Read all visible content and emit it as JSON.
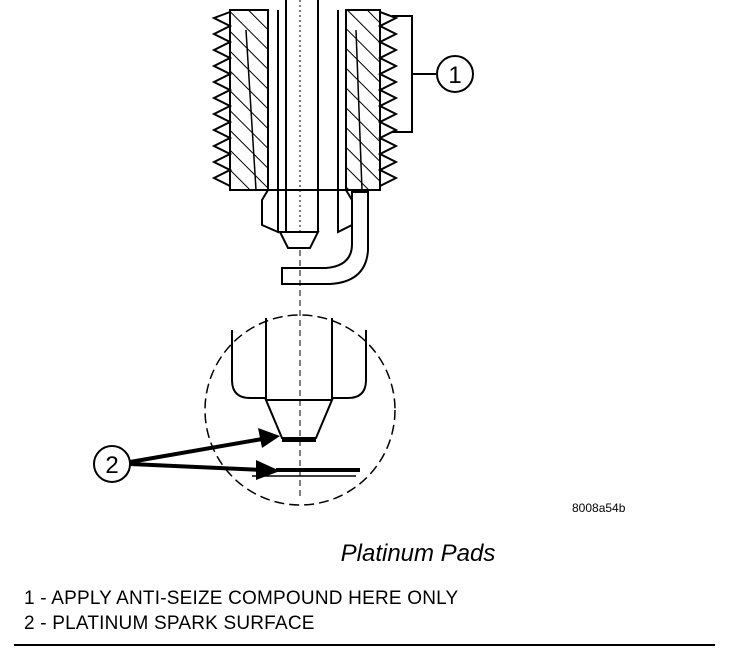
{
  "figure": {
    "reference_code": "8008a54b",
    "caption": "Platinum Pads",
    "callouts": [
      {
        "number": "1"
      },
      {
        "number": "2"
      }
    ],
    "legend": [
      {
        "text": "1 - APPLY ANTI-SEIZE COMPOUND HERE ONLY"
      },
      {
        "text": "2 - PLATINUM SPARK SURFACE"
      }
    ]
  },
  "colors": {
    "ink": "#000000",
    "paper": "#ffffff"
  }
}
